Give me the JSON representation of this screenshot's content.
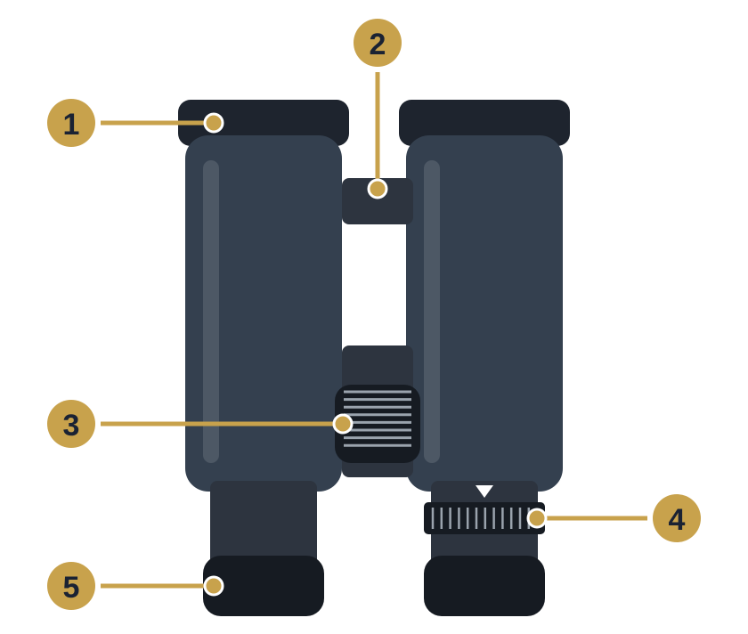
{
  "colors": {
    "background": "#ffffff",
    "accent": "#c8a24c",
    "body": "#34404f",
    "body_dark": "#2d343f",
    "rubber": "#161b22",
    "eyecup": "#1e242e",
    "highlight": "#4d5865",
    "ridge": "#9aa3ad",
    "marker": "#ffffff",
    "label_text": "#1a2233"
  },
  "callouts": [
    {
      "number": "1"
    },
    {
      "number": "2"
    },
    {
      "number": "3"
    },
    {
      "number": "4"
    },
    {
      "number": "5"
    }
  ]
}
